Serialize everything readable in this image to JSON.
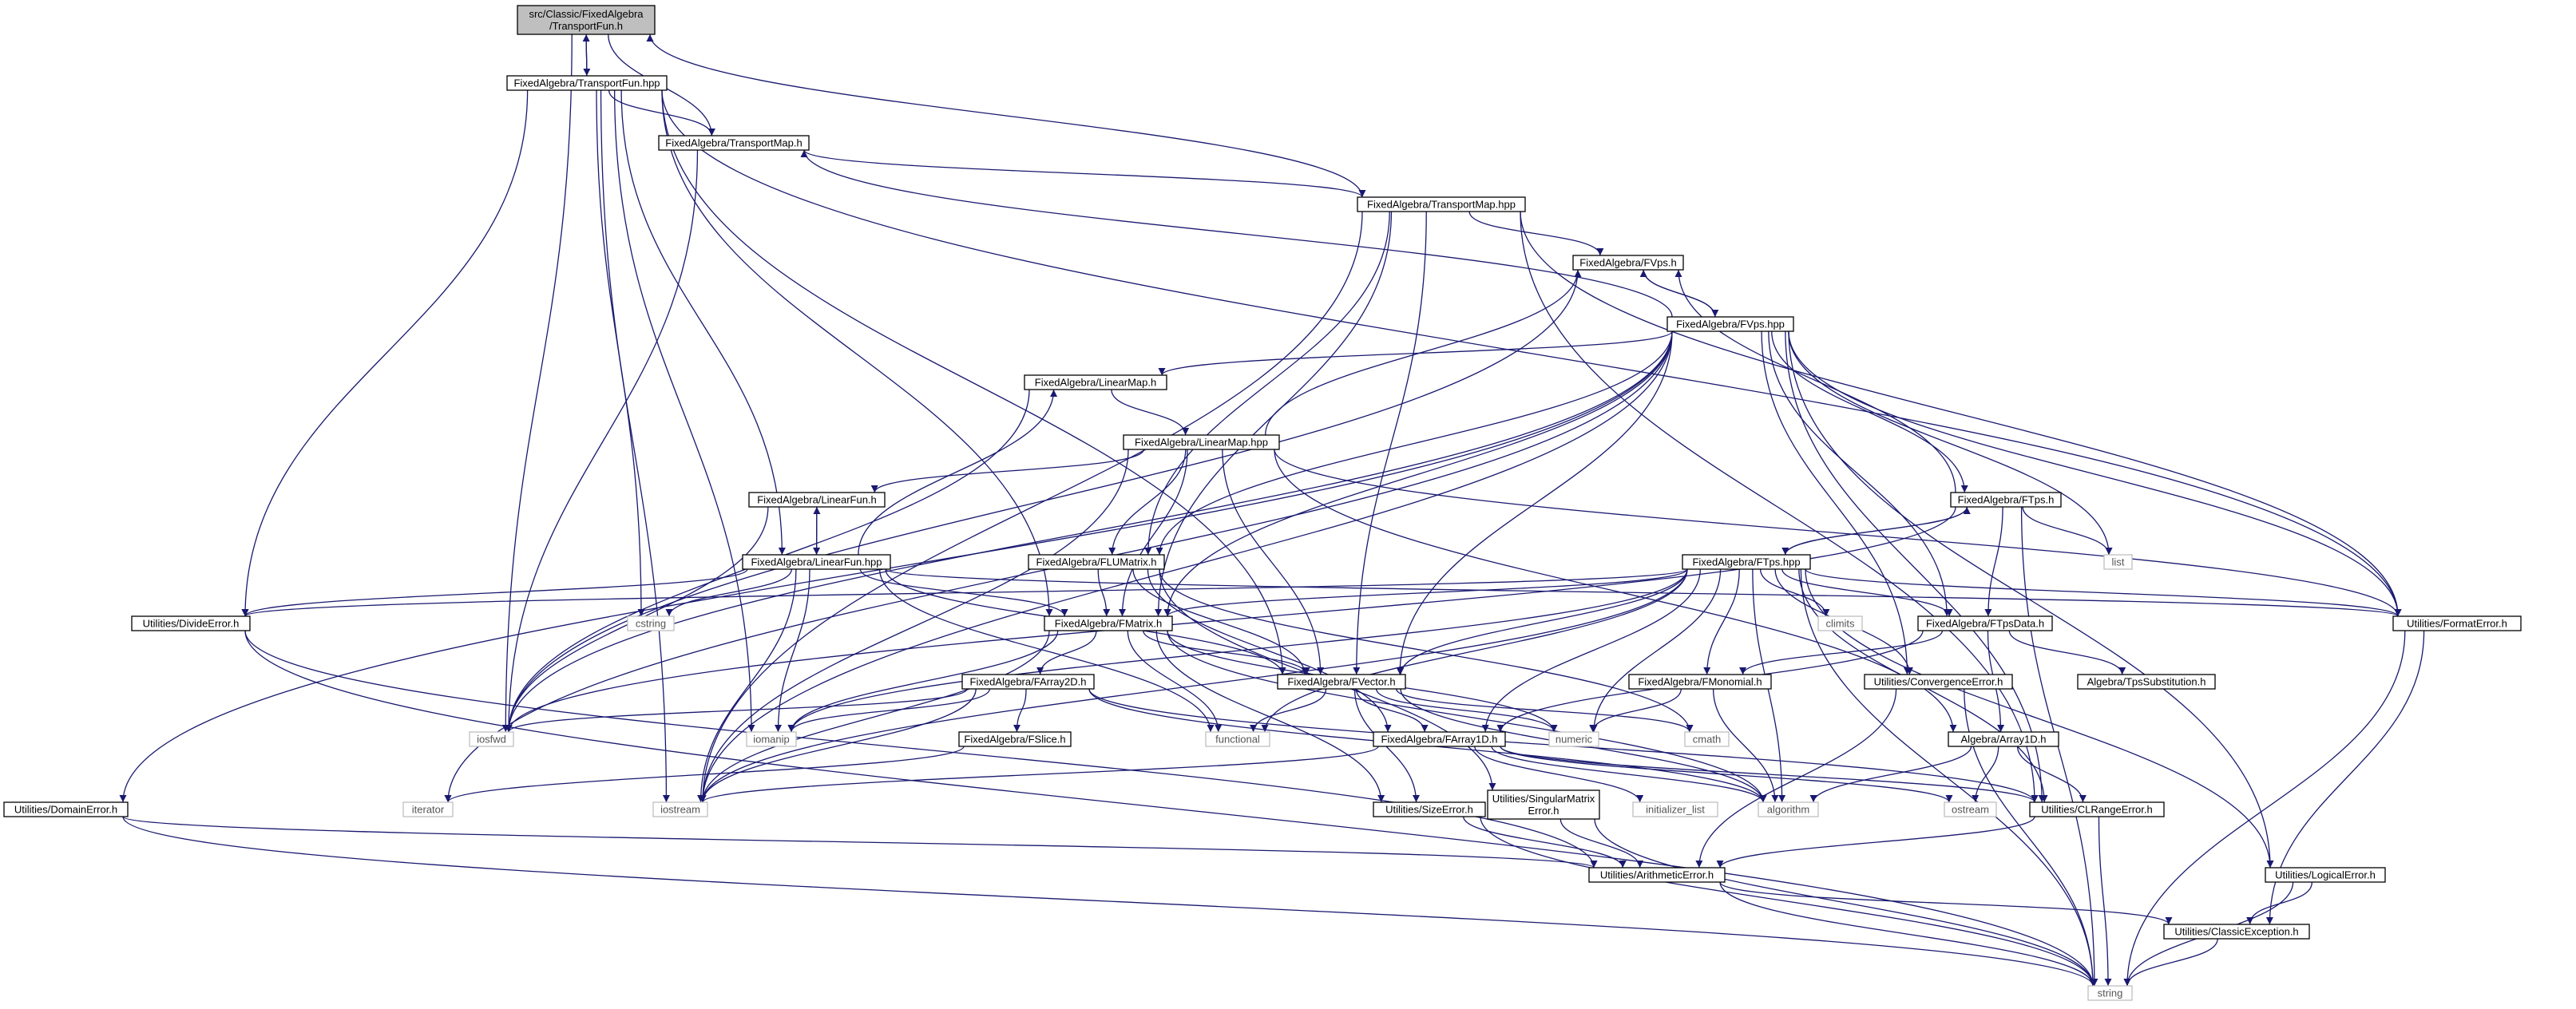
{
  "diagram_title": "",
  "colors": {
    "edge": "#191970",
    "root_fill": "#bfbfbf",
    "node_border": "#000000",
    "system_border": "#bfbfbf"
  },
  "nodes": {
    "root": {
      "lines": [
        "src/Classic/FixedAlgebra",
        "/TransportFun.h"
      ]
    },
    "transportfun_hpp": {
      "lines": [
        "FixedAlgebra/TransportFun.hpp"
      ]
    },
    "transportmap_h": {
      "lines": [
        "FixedAlgebra/TransportMap.h"
      ]
    },
    "transportmap_hpp": {
      "lines": [
        "FixedAlgebra/TransportMap.hpp"
      ]
    },
    "fvps_h": {
      "lines": [
        "FixedAlgebra/FVps.h"
      ]
    },
    "fvps_hpp": {
      "lines": [
        "FixedAlgebra/FVps.hpp"
      ]
    },
    "linearmap_h": {
      "lines": [
        "FixedAlgebra/LinearMap.h"
      ]
    },
    "linearmap_hpp": {
      "lines": [
        "FixedAlgebra/LinearMap.hpp"
      ]
    },
    "linearfun_h": {
      "lines": [
        "FixedAlgebra/LinearFun.h"
      ]
    },
    "linearfun_hpp": {
      "lines": [
        "FixedAlgebra/LinearFun.hpp"
      ]
    },
    "flumatrix_h": {
      "lines": [
        "FixedAlgebra/FLUMatrix.h"
      ]
    },
    "ftps_h": {
      "lines": [
        "FixedAlgebra/FTps.h"
      ]
    },
    "ftps_hpp": {
      "lines": [
        "FixedAlgebra/FTps.hpp"
      ]
    },
    "dividerror_h": {
      "lines": [
        "Utilities/DivideError.h"
      ]
    },
    "fmatrix_h": {
      "lines": [
        "FixedAlgebra/FMatrix.h"
      ]
    },
    "fvector_h": {
      "lines": [
        "FixedAlgebra/FVector.h"
      ]
    },
    "farray2d_h": {
      "lines": [
        "FixedAlgebra/FArray2D.h"
      ]
    },
    "fslice_h": {
      "lines": [
        "FixedAlgebra/FSlice.h"
      ]
    },
    "farray1d_h": {
      "lines": [
        "FixedAlgebra/FArray1D.h"
      ]
    },
    "ftpsdata_h": {
      "lines": [
        "FixedAlgebra/FTpsData.h"
      ]
    },
    "fmonomial_h": {
      "lines": [
        "FixedAlgebra/FMonomial.h"
      ]
    },
    "convergenceerror_h": {
      "lines": [
        "Utilities/ConvergenceError.h"
      ]
    },
    "tpssubstitution_h": {
      "lines": [
        "Algebra/TpsSubstitution.h"
      ]
    },
    "array1d_h": {
      "lines": [
        "Algebra/Array1D.h"
      ]
    },
    "formaterror_h": {
      "lines": [
        "Utilities/FormatError.h"
      ]
    },
    "domainerror_h": {
      "lines": [
        "Utilities/DomainError.h"
      ]
    },
    "sizeerror_h": {
      "lines": [
        "Utilities/SizeError.h"
      ]
    },
    "singularmatrix_h": {
      "lines": [
        "Utilities/SingularMatrix",
        "Error.h"
      ]
    },
    "clrangeerror_h": {
      "lines": [
        "Utilities/CLRangeError.h"
      ]
    },
    "arithmeticerror_h": {
      "lines": [
        "Utilities/ArithmeticError.h"
      ]
    },
    "logicalerror_h": {
      "lines": [
        "Utilities/LogicalError.h"
      ]
    },
    "classicexception_h": {
      "lines": [
        "Utilities/ClassicException.h"
      ]
    },
    "iosfwd": {
      "lines": [
        "iosfwd"
      ]
    },
    "cstring": {
      "lines": [
        "cstring"
      ]
    },
    "iomanip": {
      "lines": [
        "iomanip"
      ]
    },
    "iostream": {
      "lines": [
        "iostream"
      ]
    },
    "iterator": {
      "lines": [
        "iterator"
      ]
    },
    "functional": {
      "lines": [
        "functional"
      ]
    },
    "numeric": {
      "lines": [
        "numeric"
      ]
    },
    "cmath": {
      "lines": [
        "cmath"
      ]
    },
    "algorithm": {
      "lines": [
        "algorithm"
      ]
    },
    "initializer_list": {
      "lines": [
        "initializer_list"
      ]
    },
    "ostream": {
      "lines": [
        "ostream"
      ]
    },
    "climits": {
      "lines": [
        "climits"
      ]
    },
    "list": {
      "lines": [
        "list"
      ]
    },
    "string": {
      "lines": [
        "string"
      ]
    }
  },
  "edges": [
    [
      "root",
      "transportfun_hpp"
    ],
    [
      "transportfun_hpp",
      "root"
    ],
    [
      "root",
      "transportmap_h"
    ],
    [
      "root",
      "iosfwd"
    ],
    [
      "transportfun_hpp",
      "transportmap_h"
    ],
    [
      "transportfun_hpp",
      "dividerror_h"
    ],
    [
      "transportfun_hpp",
      "formaterror_h"
    ],
    [
      "transportfun_hpp",
      "iostream"
    ],
    [
      "transportfun_hpp",
      "iomanip"
    ],
    [
      "transportfun_hpp",
      "cstring"
    ],
    [
      "transportfun_hpp",
      "fmatrix_h"
    ],
    [
      "transportfun_hpp",
      "fvector_h"
    ],
    [
      "transportfun_hpp",
      "linearfun_hpp"
    ],
    [
      "transportmap_h",
      "transportmap_hpp"
    ],
    [
      "transportmap_h",
      "iosfwd"
    ],
    [
      "transportmap_hpp",
      "root"
    ],
    [
      "transportmap_hpp",
      "fvps_h"
    ],
    [
      "transportmap_hpp",
      "fmatrix_h"
    ],
    [
      "transportmap_hpp",
      "fvector_h"
    ],
    [
      "transportmap_hpp",
      "flumatrix_h"
    ],
    [
      "transportmap_hpp",
      "formaterror_h"
    ],
    [
      "transportmap_hpp",
      "clrangeerror_h"
    ],
    [
      "transportmap_hpp",
      "iostream"
    ],
    [
      "fvps_h",
      "fvps_hpp"
    ],
    [
      "fvps_h",
      "iosfwd"
    ],
    [
      "fvps_hpp",
      "fvps_h"
    ],
    [
      "fvps_hpp",
      "transportmap_h"
    ],
    [
      "fvps_hpp",
      "linearmap_h"
    ],
    [
      "fvps_hpp",
      "flumatrix_h"
    ],
    [
      "fvps_hpp",
      "ftps_h"
    ],
    [
      "fvps_hpp",
      "fmatrix_h"
    ],
    [
      "fvps_hpp",
      "fvector_h"
    ],
    [
      "fvps_hpp",
      "ftpsdata_h"
    ],
    [
      "fvps_hpp",
      "convergenceerror_h"
    ],
    [
      "fvps_hpp",
      "formaterror_h"
    ],
    [
      "fvps_hpp",
      "clrangeerror_h"
    ],
    [
      "fvps_hpp",
      "logicalerror_h"
    ],
    [
      "fvps_hpp",
      "domainerror_h"
    ],
    [
      "fvps_hpp",
      "iterator"
    ],
    [
      "fvps_hpp",
      "iosfwd"
    ],
    [
      "fvps_hpp",
      "iostream"
    ],
    [
      "fvps_hpp",
      "list"
    ],
    [
      "linearmap_h",
      "linearmap_hpp"
    ],
    [
      "linearmap_h",
      "iosfwd"
    ],
    [
      "linearmap_hpp",
      "linearfun_h"
    ],
    [
      "linearmap_hpp",
      "fvps_h"
    ],
    [
      "linearmap_hpp",
      "flumatrix_h"
    ],
    [
      "linearmap_hpp",
      "fmatrix_h"
    ],
    [
      "linearmap_hpp",
      "fvector_h"
    ],
    [
      "linearmap_hpp",
      "formaterror_h"
    ],
    [
      "linearmap_hpp",
      "array1d_h"
    ],
    [
      "linearmap_hpp",
      "iostream"
    ],
    [
      "linearfun_h",
      "linearfun_hpp"
    ],
    [
      "linearfun_h",
      "iosfwd"
    ],
    [
      "linearfun_hpp",
      "linearfun_h"
    ],
    [
      "linearfun_hpp",
      "linearmap_h"
    ],
    [
      "linearfun_hpp",
      "dividerror_h"
    ],
    [
      "linearfun_hpp",
      "fmatrix_h"
    ],
    [
      "linearfun_hpp",
      "fvector_h"
    ],
    [
      "linearfun_hpp",
      "formaterror_h"
    ],
    [
      "linearfun_hpp",
      "cstring"
    ],
    [
      "linearfun_hpp",
      "iomanip"
    ],
    [
      "linearfun_hpp",
      "iostream"
    ],
    [
      "linearfun_hpp",
      "functional"
    ],
    [
      "flumatrix_h",
      "fmatrix_h"
    ],
    [
      "flumatrix_h",
      "fvector_h"
    ],
    [
      "flumatrix_h",
      "singularmatrix_h"
    ],
    [
      "flumatrix_h",
      "farray1d_h"
    ],
    [
      "flumatrix_h",
      "cmath"
    ],
    [
      "ftps_h",
      "ftps_hpp"
    ],
    [
      "ftps_h",
      "ftpsdata_h"
    ],
    [
      "ftps_h",
      "fvps_h"
    ],
    [
      "ftps_h",
      "iosfwd"
    ],
    [
      "ftps_h",
      "list"
    ],
    [
      "ftps_h",
      "string"
    ],
    [
      "ftps_hpp",
      "ftps_h"
    ],
    [
      "ftps_hpp",
      "dividerror_h"
    ],
    [
      "ftps_hpp",
      "fmatrix_h"
    ],
    [
      "ftps_hpp",
      "fvector_h"
    ],
    [
      "ftps_hpp",
      "farray1d_h"
    ],
    [
      "ftps_hpp",
      "fmonomial_h"
    ],
    [
      "ftps_hpp",
      "ftpsdata_h"
    ],
    [
      "ftps_hpp",
      "convergenceerror_h"
    ],
    [
      "ftps_hpp",
      "formaterror_h"
    ],
    [
      "ftps_hpp",
      "clrangeerror_h"
    ],
    [
      "ftps_hpp",
      "logicalerror_h"
    ],
    [
      "ftps_hpp",
      "climits"
    ],
    [
      "ftps_hpp",
      "algorithm"
    ],
    [
      "ftps_hpp",
      "functional"
    ],
    [
      "ftps_hpp",
      "iomanip"
    ],
    [
      "ftps_hpp",
      "iostream"
    ],
    [
      "ftps_hpp",
      "string"
    ],
    [
      "ftps_hpp",
      "numeric"
    ],
    [
      "dividerror_h",
      "arithmeticerror_h"
    ],
    [
      "dividerror_h",
      "string"
    ],
    [
      "fmatrix_h",
      "farray2d_h"
    ],
    [
      "fmatrix_h",
      "fvector_h"
    ],
    [
      "fmatrix_h",
      "sizeerror_h"
    ],
    [
      "fmatrix_h",
      "algorithm"
    ],
    [
      "fmatrix_h",
      "functional"
    ],
    [
      "fmatrix_h",
      "numeric"
    ],
    [
      "fmatrix_h",
      "iostream"
    ],
    [
      "fmatrix_h",
      "iomanip"
    ],
    [
      "farray2d_h",
      "fslice_h"
    ],
    [
      "farray2d_h",
      "clrangeerror_h"
    ],
    [
      "farray2d_h",
      "algorithm"
    ],
    [
      "farray2d_h",
      "iosfwd"
    ],
    [
      "farray2d_h",
      "iomanip"
    ],
    [
      "farray2d_h",
      "iostream"
    ],
    [
      "fslice_h",
      "iterator"
    ],
    [
      "fvector_h",
      "farray1d_h"
    ],
    [
      "fvector_h",
      "sizeerror_h"
    ],
    [
      "fvector_h",
      "algorithm"
    ],
    [
      "fvector_h",
      "functional"
    ],
    [
      "fvector_h",
      "numeric"
    ],
    [
      "fvector_h",
      "cmath"
    ],
    [
      "farray1d_h",
      "clrangeerror_h"
    ],
    [
      "farray1d_h",
      "algorithm"
    ],
    [
      "farray1d_h",
      "initializer_list"
    ],
    [
      "farray1d_h",
      "iostream"
    ],
    [
      "farray1d_h",
      "ostream"
    ],
    [
      "ftpsdata_h",
      "fmonomial_h"
    ],
    [
      "ftpsdata_h",
      "array1d_h"
    ],
    [
      "ftpsdata_h",
      "tpssubstitution_h"
    ],
    [
      "ftpsdata_h",
      "farray1d_h"
    ],
    [
      "fmonomial_h",
      "algorithm"
    ],
    [
      "fmonomial_h",
      "numeric"
    ],
    [
      "convergenceerror_h",
      "arithmeticerror_h"
    ],
    [
      "convergenceerror_h",
      "string"
    ],
    [
      "array1d_h",
      "clrangeerror_h"
    ],
    [
      "array1d_h",
      "algorithm"
    ],
    [
      "array1d_h",
      "ostream"
    ],
    [
      "formaterror_h",
      "classicexception_h"
    ],
    [
      "formaterror_h",
      "string"
    ],
    [
      "domainerror_h",
      "arithmeticerror_h"
    ],
    [
      "domainerror_h",
      "string"
    ],
    [
      "sizeerror_h",
      "arithmeticerror_h"
    ],
    [
      "sizeerror_h",
      "string"
    ],
    [
      "singularmatrix_h",
      "arithmeticerror_h"
    ],
    [
      "singularmatrix_h",
      "string"
    ],
    [
      "clrangeerror_h",
      "arithmeticerror_h"
    ],
    [
      "clrangeerror_h",
      "string"
    ],
    [
      "arithmeticerror_h",
      "classicexception_h"
    ],
    [
      "arithmeticerror_h",
      "string"
    ],
    [
      "logicalerror_h",
      "classicexception_h"
    ],
    [
      "logicalerror_h",
      "string"
    ],
    [
      "classicexception_h",
      "string"
    ]
  ]
}
